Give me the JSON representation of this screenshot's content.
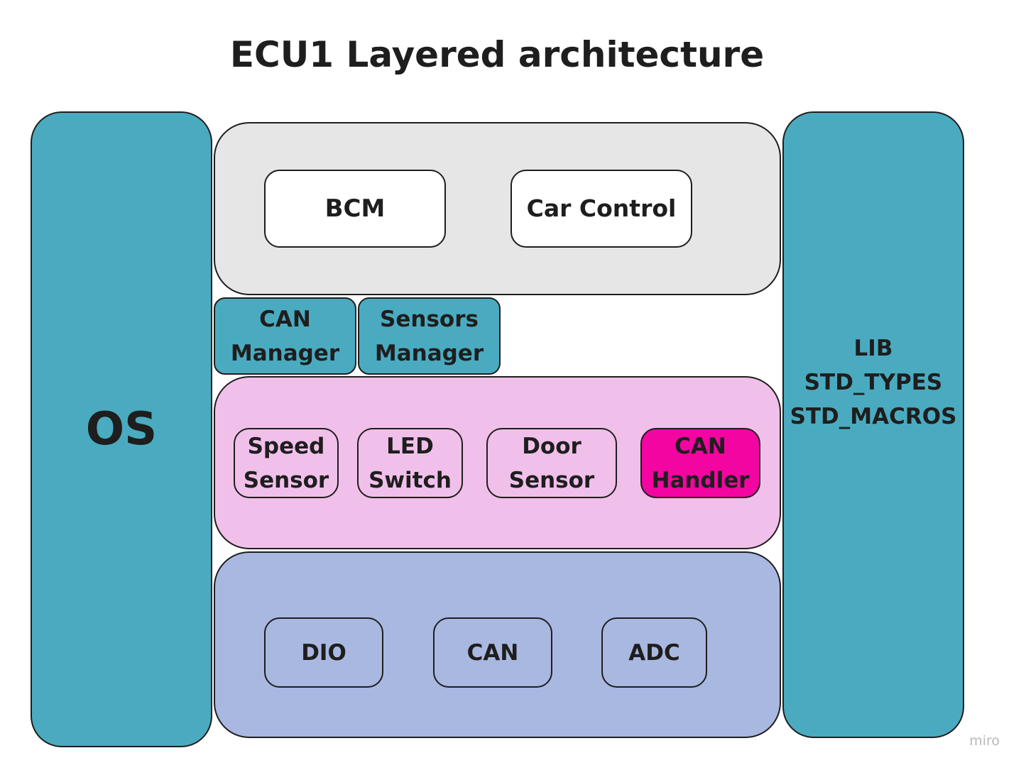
{
  "title": "ECU1 Layered architecture",
  "colors": {
    "teal": "#4aabc0",
    "app_layer": "#e6e6e6",
    "service_layer": "#f1c0ea",
    "mcal_layer": "#a9b8e0",
    "highlight": "#f305a1",
    "white": "#ffffff",
    "border": "#1e1e1e"
  },
  "os": {
    "label": "OS"
  },
  "lib": {
    "label": "LIB\nSTD_TYPES\nSTD_MACROS"
  },
  "application_layer": {
    "modules": [
      {
        "label": "BCM"
      },
      {
        "label": "Car Control"
      }
    ]
  },
  "managers": [
    {
      "label": "CAN\nManager"
    },
    {
      "label": "Sensors\nManager"
    }
  ],
  "service_layer": {
    "modules": [
      {
        "label": "Speed\nSensor"
      },
      {
        "label": "LED\nSwitch"
      },
      {
        "label": "Door\nSensor"
      },
      {
        "label": "CAN\nHandler",
        "highlighted": true
      }
    ]
  },
  "mcal_layer": {
    "modules": [
      {
        "label": "DIO"
      },
      {
        "label": "CAN"
      },
      {
        "label": "ADC"
      }
    ]
  },
  "watermark": "miro"
}
